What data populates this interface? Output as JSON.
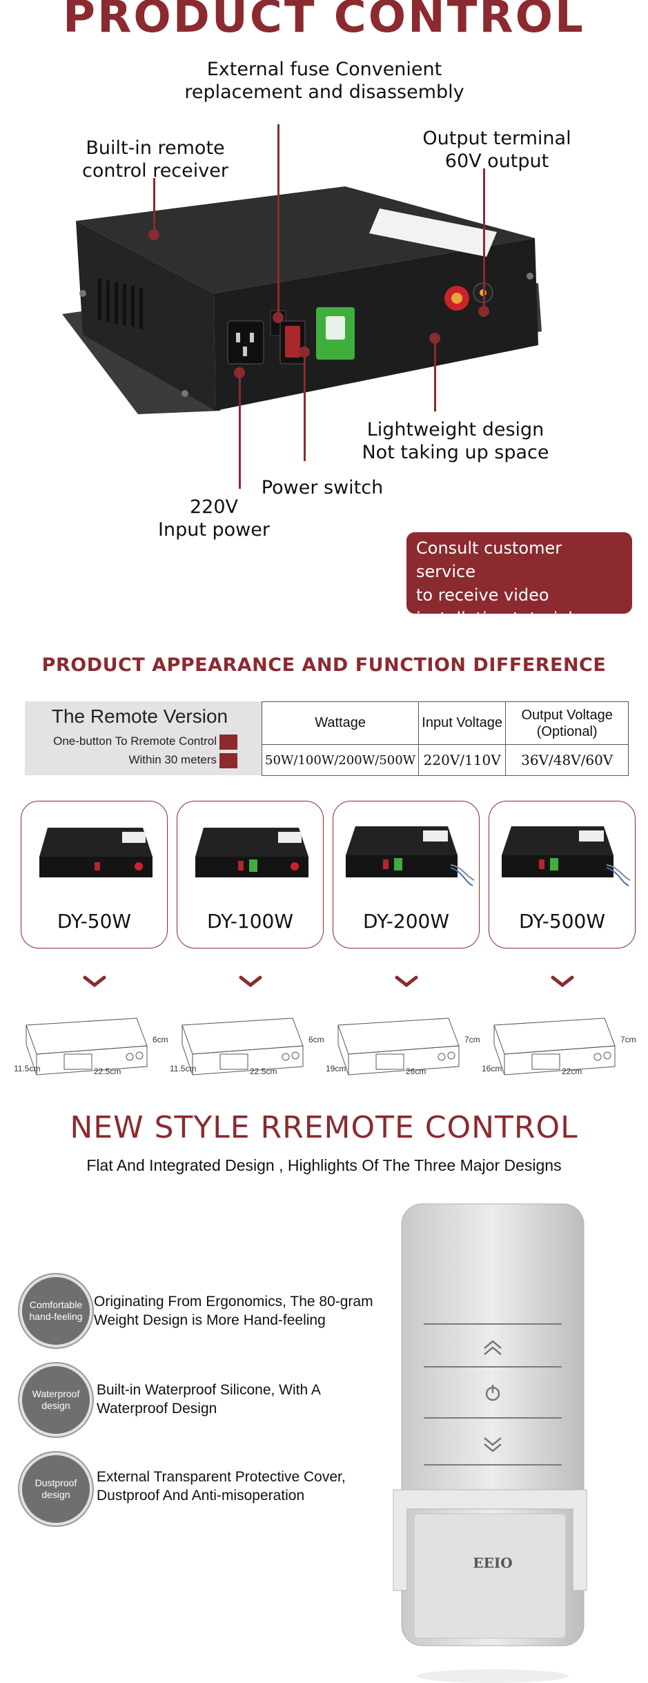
{
  "hero": {
    "title": "PRODUCT CONTROL",
    "callouts": {
      "fuse_line1": "External fuse Convenient",
      "fuse_line2": "replacement and disassembly",
      "receiver_line1": "Built-in remote",
      "receiver_line2": "control receiver",
      "output_line1": "Output terminal",
      "output_line2": "60V output",
      "light_line1": "Lightweight design",
      "light_line2": "Not taking up space",
      "switch": "Power switch",
      "input_line1": "220V",
      "input_line2": "Input power"
    },
    "consult_line1": "Consult customer service",
    "consult_line2": "to receive video",
    "consult_line3": "installation tutorial."
  },
  "appearance": {
    "title": "PRODUCT APPEARANCE AND FUNCTION DIFFERENCE",
    "remote_version": {
      "title": "The Remote Version",
      "line1": "One-button To Rremote Control",
      "line2": "Within 30 meters"
    },
    "table": {
      "headers": [
        "Wattage",
        "Input Voltage",
        "Output Voltage (Optional)"
      ],
      "values": [
        "50W/100W/200W/500W",
        "220V/110V",
        "36V/48V/60V"
      ]
    },
    "models": [
      "DY-50W",
      "DY-100W",
      "DY-200W",
      "DY-500W"
    ],
    "dimensions": [
      {
        "depth": "11.5cm",
        "width": "22.5cm",
        "height": "6cm"
      },
      {
        "depth": "11.5cm",
        "width": "22.5cm",
        "height": "6cm"
      },
      {
        "depth": "19cm",
        "width": "26cm",
        "height": "7cm"
      },
      {
        "depth": "16cm",
        "width": "22cm",
        "height": "7cm"
      }
    ]
  },
  "remote": {
    "title": "NEW STYLE RREMOTE CONTROL",
    "subtitle": "Flat And Integrated Design , Highlights Of The Three Major Designs",
    "brand": "EEIO",
    "features": [
      {
        "badge_line1": "Comfortable",
        "badge_line2": "hand-feeling",
        "text_line1": "Originating From Ergonomics, The 80-gram",
        "text_line2": "Weight Design is More Hand-feeling"
      },
      {
        "badge_line1": "Waterproof",
        "badge_line2": "design",
        "text_line1": "Built-in Waterproof Silicone, With A",
        "text_line2": "Waterproof Design"
      },
      {
        "badge_line1": "Dustproof",
        "badge_line2": "design",
        "text_line1": "External Transparent Protective Cover,",
        "text_line2": "Dustproof And Anti-misoperation"
      }
    ]
  },
  "colors": {
    "accent": "#8b2a2f",
    "device_body": "#2b2b2b"
  }
}
